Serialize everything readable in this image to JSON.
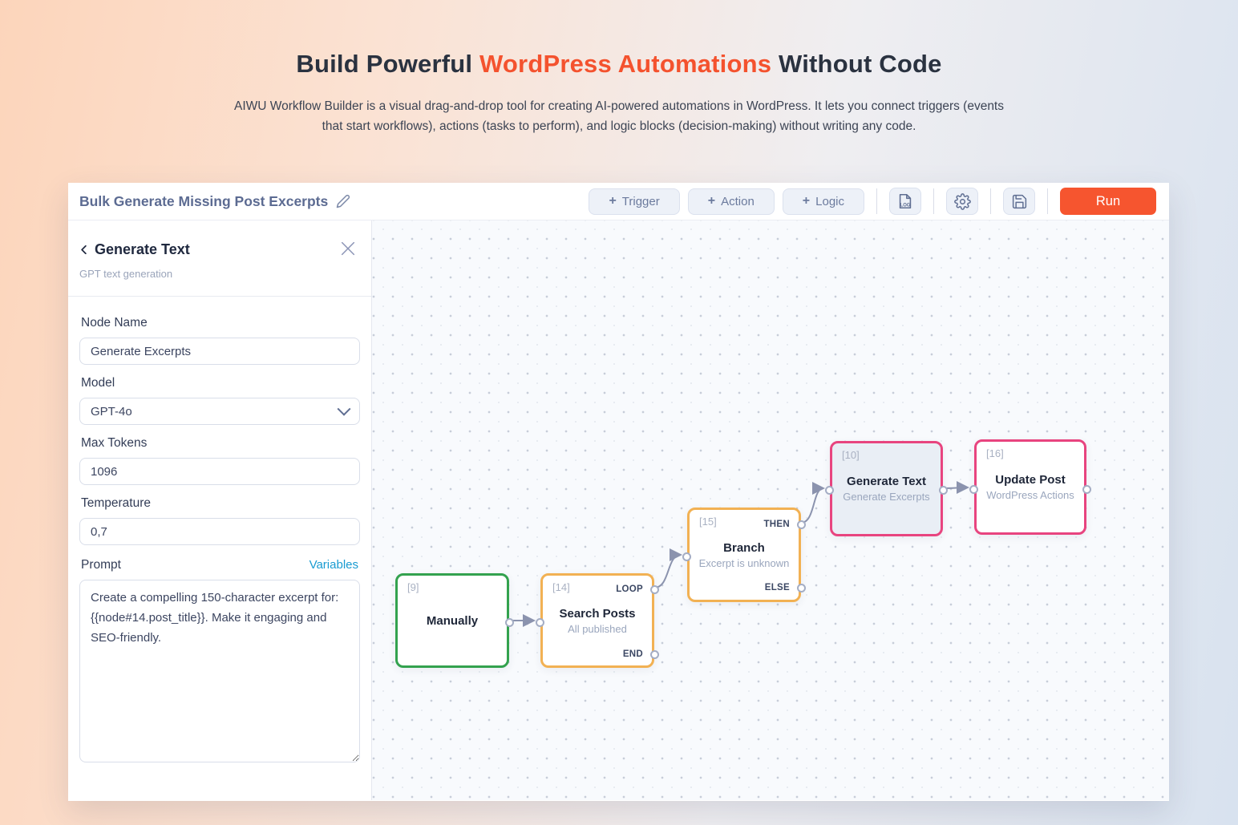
{
  "hero": {
    "title_prefix": "Build Powerful ",
    "title_highlight": "WordPress Automations",
    "title_suffix": " Without Code",
    "subtitle": "AIWU Workflow Builder is a visual drag-and-drop tool for creating AI-powered automations in WordPress. It lets you connect triggers (events that start workflows), actions (tasks to perform), and logic blocks (decision-making) without writing any code."
  },
  "toolbar": {
    "workflow_title": "Bulk Generate Missing Post Excerpts",
    "plus": "+",
    "trigger_label": "Trigger",
    "action_label": "Action",
    "logic_label": "Logic",
    "log_icon_text": "LOG",
    "run_label": "Run"
  },
  "panel": {
    "title": "Generate Text",
    "subtitle": "GPT text generation",
    "fields": {
      "node_name": {
        "label": "Node Name",
        "value": "Generate Excerpts"
      },
      "model": {
        "label": "Model",
        "value": "GPT-4o"
      },
      "max_tokens": {
        "label": "Max Tokens",
        "value": "1096"
      },
      "temperature": {
        "label": "Temperature",
        "value": "0,7"
      },
      "prompt": {
        "label": "Prompt",
        "link": "Variables",
        "value": "Create a compelling 150-character excerpt for: {{node#14.post_title}}. Make it engaging and SEO-friendly."
      }
    }
  },
  "canvas": {
    "nodes": [
      {
        "id": "[9]",
        "title": "Manually",
        "subtitle": ""
      },
      {
        "id": "[14]",
        "title": "Search Posts",
        "subtitle": "All published",
        "port_top": "LOOP",
        "port_bottom": "END"
      },
      {
        "id": "[15]",
        "title": "Branch",
        "subtitle": "Excerpt is unknown",
        "port_top": "THEN",
        "port_bottom": "ELSE"
      },
      {
        "id": "[10]",
        "title": "Generate Text",
        "subtitle": "Generate Excerpts"
      },
      {
        "id": "[16]",
        "title": "Update Post",
        "subtitle": "WordPress Actions"
      }
    ]
  },
  "colors": {
    "accent_orange": "#f4522e",
    "run_button": "#f6552f",
    "node_green": "#33a24e",
    "node_orange": "#f2b153",
    "node_pink": "#e8447f",
    "edge_gray": "#8b93ae",
    "variables_link": "#189bd1"
  }
}
